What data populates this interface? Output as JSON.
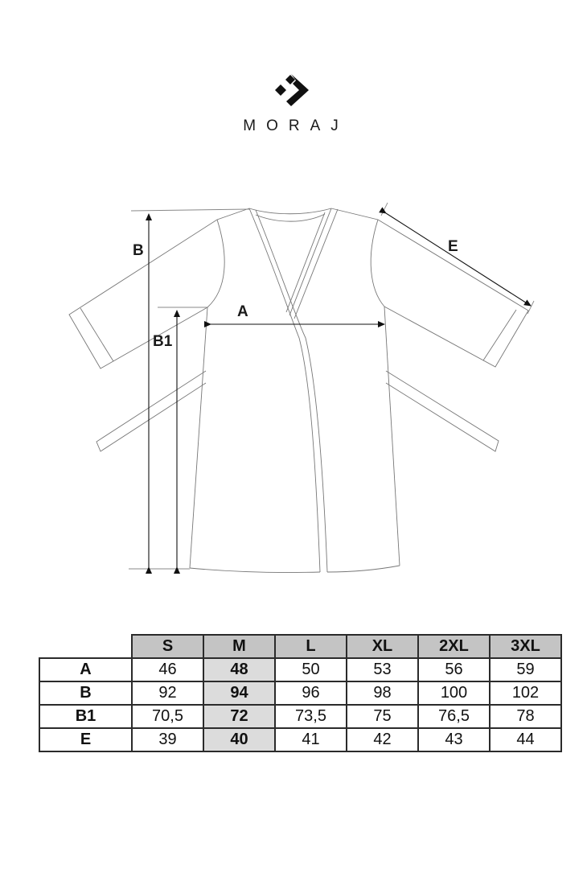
{
  "brand": {
    "name": "MORAJ",
    "icon": "moraj-logo-mark"
  },
  "diagram": {
    "garment": "kimono robe technical drawing",
    "labels": {
      "A": "A",
      "B": "B",
      "B1": "B1",
      "E": "E"
    }
  },
  "size_table": {
    "highlight_color": "#dcdcdc",
    "header_color": "#c4c4c4",
    "sizes": [
      "S",
      "M",
      "L",
      "XL",
      "2XL",
      "3XL"
    ],
    "highlighted_size": "M",
    "rows": [
      {
        "label": "A",
        "values": [
          "46",
          "48",
          "50",
          "53",
          "56",
          "59"
        ]
      },
      {
        "label": "B",
        "values": [
          "92",
          "94",
          "96",
          "98",
          "100",
          "102"
        ]
      },
      {
        "label": "B1",
        "values": [
          "70,5",
          "72",
          "73,5",
          "75",
          "76,5",
          "78"
        ]
      },
      {
        "label": "E",
        "values": [
          "39",
          "40",
          "41",
          "42",
          "43",
          "44"
        ]
      }
    ]
  }
}
